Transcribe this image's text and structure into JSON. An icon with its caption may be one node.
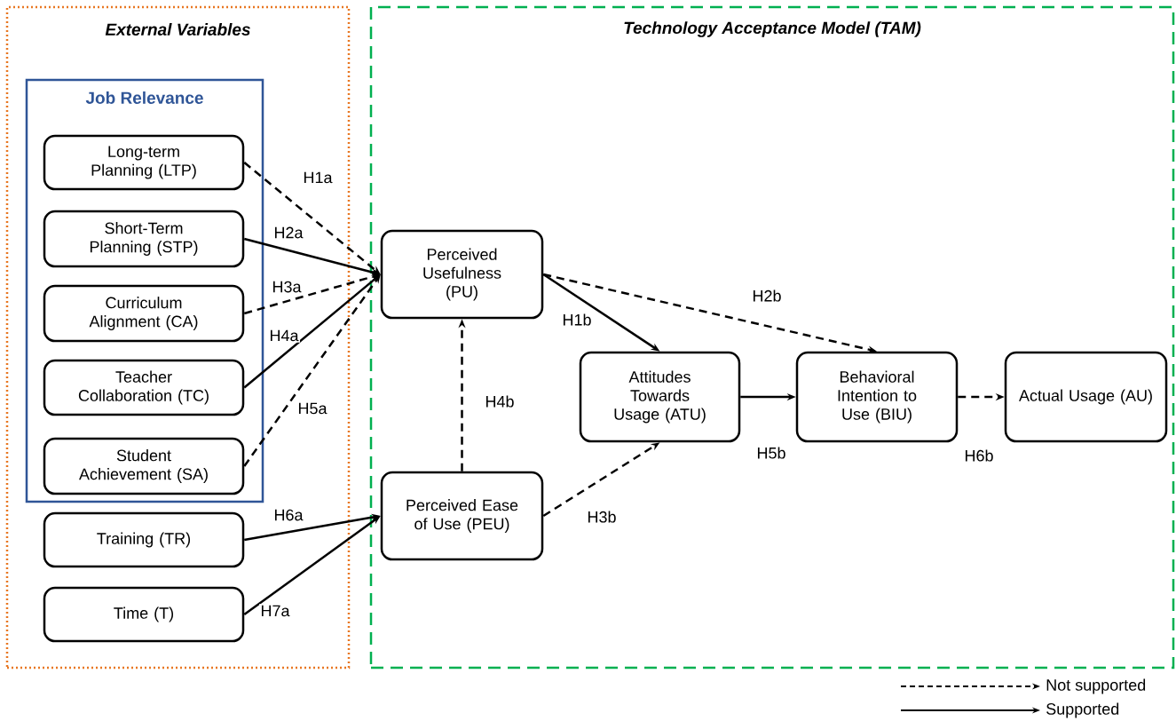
{
  "diagram": {
    "nodes": [
      {
        "text": [
          "External Variables"
        ]
      },
      {
        "text": [
          "Technology Acceptance Model (TAM)"
        ]
      },
      {
        "text": [
          "Job Relevance"
        ],
        "in": 0
      },
      {
        "text": [
          "Long-term Planning (LTP)"
        ],
        "in": 2
      },
      {
        "text": [
          "Short-Term Planning (STP)"
        ],
        "in": 2
      },
      {
        "text": [
          "Curriculum Alignment (CA)"
        ],
        "in": 2
      },
      {
        "text": [
          "Teacher Collaboration (TC)"
        ],
        "in": 2
      },
      {
        "text": [
          "Student Achievement (SA)"
        ],
        "in": 2
      },
      {
        "text": [
          "Training (TR)"
        ],
        "in": 0
      },
      {
        "text": [
          "Time (T)"
        ],
        "in": 0
      },
      {
        "text": [
          "Perceived Usefulness (PU)"
        ],
        "in": 1
      },
      {
        "text": [
          "Perceived Ease of Use (PEU)"
        ],
        "in": 1
      },
      {
        "text": [
          "Attitudes Towards Usage (ATU)"
        ],
        "in": 1
      },
      {
        "text": [
          "Behavioral Intention to Use (BIU)"
        ],
        "in": 1
      },
      {
        "text": [
          "Actual Usage (AU)"
        ],
        "in": 1
      }
    ],
    "edges": [
      {
        "from": 3,
        "to": 10,
        "arrow": "to",
        "label": "H1a",
        "style": "dashed"
      },
      {
        "from": 4,
        "to": 10,
        "arrow": "to",
        "label": "H2a"
      },
      {
        "from": 5,
        "to": 10,
        "arrow": "to",
        "label": "H3a",
        "style": "dashed"
      },
      {
        "from": 6,
        "to": 10,
        "arrow": "to",
        "label": "H4a"
      },
      {
        "from": 7,
        "to": 10,
        "arrow": "to",
        "label": "H5a",
        "style": "dashed"
      },
      {
        "from": 8,
        "to": 11,
        "arrow": "to",
        "label": "H6a"
      },
      {
        "from": 9,
        "to": 11,
        "arrow": "to",
        "label": "H7a"
      },
      {
        "from": 10,
        "to": 12,
        "arrow": "to",
        "label": "H1b"
      },
      {
        "from": 10,
        "to": 13,
        "arrow": "to",
        "label": "H2b",
        "style": "dashed"
      },
      {
        "from": 11,
        "to": 10,
        "arrow": "to",
        "label": "H4b",
        "style": "dashed"
      },
      {
        "from": 11,
        "to": 12,
        "arrow": "to",
        "label": "H3b",
        "style": "dashed"
      },
      {
        "from": 12,
        "to": 13,
        "arrow": "to",
        "label": "H5b"
      },
      {
        "from": 13,
        "to": 14,
        "arrow": "to",
        "label": "H6b",
        "style": "dashed"
      }
    ],
    "legend": [
      {
        "text": "Not supported"
      },
      {
        "text": "Supported"
      }
    ]
  }
}
